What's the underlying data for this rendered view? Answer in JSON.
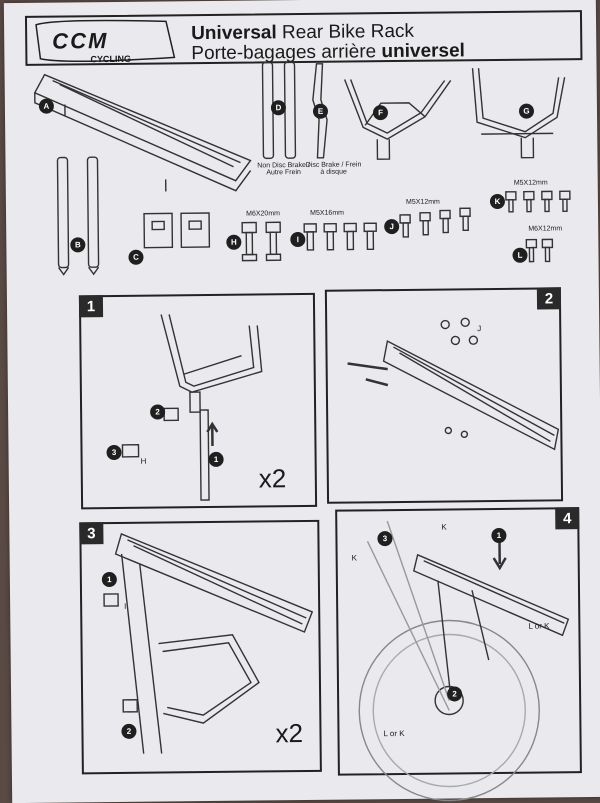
{
  "header": {
    "brand": "CCM",
    "brand_sub": "CYCLING",
    "title_en_bold": "Universal",
    "title_en_rest": " Rear Bike Rack",
    "title_fr_rest": "Porte-bagages arrière ",
    "title_fr_bold": "universel"
  },
  "parts": {
    "A": "A",
    "B": "B",
    "C": "C",
    "D": "D",
    "E": "E",
    "F": "F",
    "G": "G",
    "H": "H",
    "I": "I",
    "J": "J",
    "K": "K",
    "L": "L",
    "D_caption": "Non Disc Brake / Autre Frein",
    "E_caption": "Disc Brake / Frein à disque",
    "H_size": "M6X20mm",
    "I_size": "M5X16mm",
    "J_size": "M5X12mm",
    "K_size": "M5X12mm",
    "L_size": "M6X12mm"
  },
  "steps": [
    {
      "number": "1",
      "multiplier": "x2",
      "callouts": [
        "2",
        "3",
        "1"
      ],
      "part": "H"
    },
    {
      "number": "2",
      "callouts": [
        "J"
      ]
    },
    {
      "number": "3",
      "multiplier": "x2",
      "callouts": [
        "1",
        "2"
      ],
      "part": "I"
    },
    {
      "number": "4",
      "callouts": [
        "3",
        "1",
        "2"
      ],
      "labels": [
        "K",
        "K",
        "L or K",
        "L or K"
      ]
    }
  ]
}
